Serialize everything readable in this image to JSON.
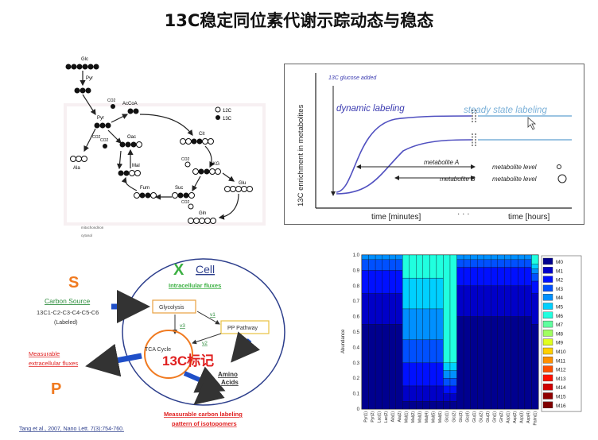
{
  "slide": {
    "title": "13C稳定同位素代谢示踪动态与稳态"
  },
  "pathway": {
    "metabolites": [
      "Glc",
      "Pyr",
      "AcCoA",
      "Pyr",
      "Oac",
      "Cit",
      "Ala",
      "Mal",
      "aKG",
      "Fum",
      "Suc",
      "Glu",
      "Gln"
    ],
    "cofactors": [
      "CO2",
      "CO2",
      "CO2",
      "CO2",
      "CO2"
    ],
    "legend_12c": "12C",
    "legend_13c": "13C",
    "compartment_mito": "mitochondrion",
    "compartment_cyto": "cytosol"
  },
  "kinetics": {
    "annotation": "13C glucose added",
    "ylabel": "13C enrichment in metabolites",
    "dynamic_label": "dynamic labeling",
    "steady_label": "steady state labeling",
    "xlabel_left": "time [minutes]",
    "xlabel_right": "time [hours]",
    "metabolite_a": "metabolite A",
    "metabolite_b": "metabolite B",
    "level_a": "metabolite level",
    "level_b": "metabolite level"
  },
  "cell": {
    "s_label": "S",
    "p_label": "P",
    "x_label": "X",
    "cell_label": "Cell",
    "intracellular": "Intracellular fluxes",
    "carbon_source": "Carbon Source",
    "carbon_formula": "13C1-C2-C3-C4-C5-C6",
    "labeled": "(Labeled)",
    "glycolysis": "Glycolysis",
    "pp_pathway": "PP Pathway",
    "tca": "TCA Cycle",
    "v1": "v1",
    "v2": "v2",
    "v3": "v3",
    "label_13c": "13C标记",
    "amino": "Amino",
    "acids": "Acids",
    "extracellular_1": "Measurable",
    "extracellular_2": "extracellular fluxes",
    "measurable_1": "Measurable carbon labeling",
    "measurable_2": "pattern of isotopomers",
    "citation": "Tang et al., 2007, Nano Lett. 7(3):754-760."
  },
  "chart_data": {
    "type": "bar",
    "stacked": true,
    "ylabel": "Abundance",
    "ylim": [
      0,
      1
    ],
    "yticks": [
      "0",
      "0.1",
      "0.2",
      "0.3",
      "0.4",
      "0.5",
      "0.6",
      "0.7",
      "0.8",
      "0.9",
      "1.0"
    ],
    "categories": [
      "Pyr(1)",
      "Pyr(2)",
      "Lac(1)",
      "Lac(2)",
      "Ala(1)",
      "Ala(2)",
      "Mal(1)",
      "Mal(2)",
      "Mal(3)",
      "Mal(4)",
      "Mal(5)",
      "Mal(6)",
      "Glc(1)",
      "Glc(2)",
      "Glc(3)",
      "Glc(4)",
      "Glu(1)",
      "Glu(2)",
      "Glu(3)",
      "Gln(1)",
      "Gln(2)",
      "Asp(1)",
      "Asp(2)",
      "Asp(3)",
      "Asp(4)",
      "Palm(1)"
    ],
    "series": [
      {
        "name": "M0",
        "values": [
          0.55,
          0.55,
          0.55,
          0.55,
          0.55,
          0.55,
          0.05,
          0.05,
          0.05,
          0.05,
          0.05,
          0.05,
          0.05,
          0.05,
          0.6,
          0.6,
          0.6,
          0.6,
          0.6,
          0.6,
          0.6,
          0.6,
          0.6,
          0.6,
          0.6,
          0.55
        ]
      },
      {
        "name": "M1",
        "values": [
          0.2,
          0.2,
          0.2,
          0.2,
          0.2,
          0.2,
          0.1,
          0.1,
          0.1,
          0.1,
          0.1,
          0.1,
          0.05,
          0.05,
          0.2,
          0.2,
          0.2,
          0.2,
          0.2,
          0.2,
          0.2,
          0.2,
          0.2,
          0.2,
          0.2,
          0.2
        ]
      },
      {
        "name": "M2",
        "values": [
          0.15,
          0.15,
          0.15,
          0.15,
          0.15,
          0.15,
          0.15,
          0.15,
          0.15,
          0.15,
          0.15,
          0.15,
          0.05,
          0.05,
          0.12,
          0.12,
          0.12,
          0.12,
          0.12,
          0.12,
          0.12,
          0.12,
          0.12,
          0.12,
          0.12,
          0.08
        ]
      },
      {
        "name": "M3",
        "values": [
          0.07,
          0.07,
          0.07,
          0.07,
          0.07,
          0.07,
          0.15,
          0.15,
          0.15,
          0.15,
          0.15,
          0.15,
          0.05,
          0.05,
          0.05,
          0.05,
          0.05,
          0.05,
          0.05,
          0.05,
          0.05,
          0.05,
          0.05,
          0.05,
          0.05,
          0.05
        ]
      },
      {
        "name": "M4",
        "values": [
          0.03,
          0.03,
          0.03,
          0.03,
          0.03,
          0.03,
          0.2,
          0.2,
          0.2,
          0.2,
          0.2,
          0.2,
          0.05,
          0.05,
          0.03,
          0.03,
          0.03,
          0.03,
          0.03,
          0.03,
          0.03,
          0.03,
          0.03,
          0.03,
          0.03,
          0.03
        ]
      },
      {
        "name": "M5",
        "values": [
          0,
          0,
          0,
          0,
          0,
          0,
          0.2,
          0.2,
          0.2,
          0.2,
          0.2,
          0.2,
          0.05,
          0.05,
          0,
          0,
          0,
          0,
          0,
          0,
          0,
          0,
          0,
          0,
          0,
          0.03
        ]
      },
      {
        "name": "M6",
        "values": [
          0,
          0,
          0,
          0,
          0,
          0,
          0.15,
          0.15,
          0.15,
          0.15,
          0.15,
          0.15,
          0.7,
          0.7,
          0,
          0,
          0,
          0,
          0,
          0,
          0,
          0,
          0,
          0,
          0,
          0.06
        ]
      },
      {
        "name": "M7",
        "values": [
          0,
          0,
          0,
          0,
          0,
          0,
          0,
          0,
          0,
          0,
          0,
          0,
          0,
          0,
          0,
          0,
          0,
          0,
          0,
          0,
          0,
          0,
          0,
          0,
          0,
          0
        ]
      },
      {
        "name": "M8",
        "values": [
          0,
          0,
          0,
          0,
          0,
          0,
          0,
          0,
          0,
          0,
          0,
          0,
          0,
          0,
          0,
          0,
          0,
          0,
          0,
          0,
          0,
          0,
          0,
          0,
          0,
          0
        ]
      },
      {
        "name": "M9",
        "values": [
          0,
          0,
          0,
          0,
          0,
          0,
          0,
          0,
          0,
          0,
          0,
          0,
          0,
          0,
          0,
          0,
          0,
          0,
          0,
          0,
          0,
          0,
          0,
          0,
          0,
          0
        ]
      },
      {
        "name": "M10",
        "values": [
          0,
          0,
          0,
          0,
          0,
          0,
          0,
          0,
          0,
          0,
          0,
          0,
          0,
          0,
          0,
          0,
          0,
          0,
          0,
          0,
          0,
          0,
          0,
          0,
          0,
          0
        ]
      },
      {
        "name": "M11",
        "values": [
          0,
          0,
          0,
          0,
          0,
          0,
          0,
          0,
          0,
          0,
          0,
          0,
          0,
          0,
          0,
          0,
          0,
          0,
          0,
          0,
          0,
          0,
          0,
          0,
          0,
          0
        ]
      },
      {
        "name": "M12",
        "values": [
          0,
          0,
          0,
          0,
          0,
          0,
          0,
          0,
          0,
          0,
          0,
          0,
          0,
          0,
          0,
          0,
          0,
          0,
          0,
          0,
          0,
          0,
          0,
          0,
          0,
          0
        ]
      },
      {
        "name": "M13",
        "values": [
          0,
          0,
          0,
          0,
          0,
          0,
          0,
          0,
          0,
          0,
          0,
          0,
          0,
          0,
          0,
          0,
          0,
          0,
          0,
          0,
          0,
          0,
          0,
          0,
          0,
          0
        ]
      },
      {
        "name": "M14",
        "values": [
          0,
          0,
          0,
          0,
          0,
          0,
          0,
          0,
          0,
          0,
          0,
          0,
          0,
          0,
          0,
          0,
          0,
          0,
          0,
          0,
          0,
          0,
          0,
          0,
          0,
          0
        ]
      },
      {
        "name": "M15",
        "values": [
          0,
          0,
          0,
          0,
          0,
          0,
          0,
          0,
          0,
          0,
          0,
          0,
          0,
          0,
          0,
          0,
          0,
          0,
          0,
          0,
          0,
          0,
          0,
          0,
          0,
          0
        ]
      },
      {
        "name": "M16",
        "values": [
          0,
          0,
          0,
          0,
          0,
          0,
          0,
          0,
          0,
          0,
          0,
          0,
          0,
          0,
          0,
          0,
          0,
          0,
          0,
          0,
          0,
          0,
          0,
          0,
          0,
          0
        ]
      }
    ],
    "colors": [
      "#00008f",
      "#0000c8",
      "#0010ff",
      "#0050ff",
      "#0090ff",
      "#00d0ff",
      "#20ffdf",
      "#60ff9f",
      "#a0ff60",
      "#e0ff20",
      "#ffd000",
      "#ff9000",
      "#ff5000",
      "#ff1000",
      "#d00000",
      "#900000",
      "#800000"
    ]
  }
}
